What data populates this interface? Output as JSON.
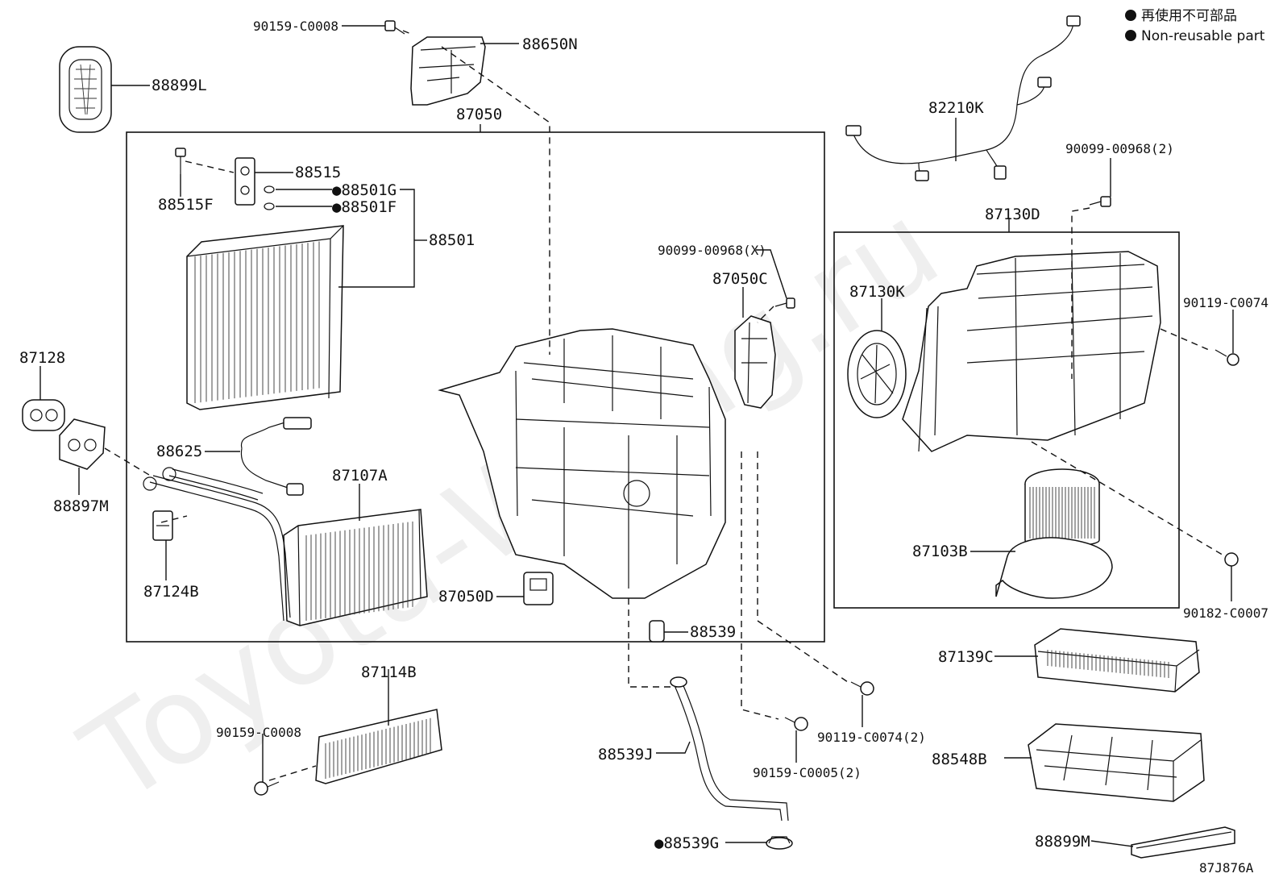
{
  "legend": {
    "japanese": "再使用不可部品",
    "english": "Non-reusable part"
  },
  "watermark": "Toyota-Wiring.ru",
  "diagram_code": "87J876A",
  "labels": {
    "p90159_C0008_top": "90159-C0008",
    "p88650N": "88650N",
    "p88899L": "88899L",
    "p87050": "87050",
    "p88515": "88515",
    "p88515F": "88515F",
    "p88501G": "●88501G",
    "p88501F": "●88501F",
    "p88501": "88501",
    "p87128": "87128",
    "p88897M": "88897M",
    "p88625": "88625",
    "p87107A": "87107A",
    "p87124B": "87124B",
    "p87050D": "87050D",
    "p88539": "88539",
    "p90099_00968_X": "90099-00968(X)",
    "p87050C": "87050C",
    "p82210K": "82210K",
    "p90099_00968_2": "90099-00968(2)",
    "p87130D": "87130D",
    "p87130K": "87130K",
    "p90119_C0074": "90119-C0074",
    "p87103B": "87103B",
    "p90182_C0007": "90182-C0007",
    "p87139C": "87139C",
    "p87114B": "87114B",
    "p90159_C0008_bottom": "90159-C0008",
    "p88539J": "88539J",
    "p88539G": "●88539G",
    "p90119_C0074_2": "90119-C0074(2)",
    "p90159_C0005_2": "90159-C0005(2)",
    "p88548B": "88548B",
    "p88899M": "88899M"
  },
  "colors": {
    "line": "#111111",
    "background": "#ffffff",
    "watermark": "#000000"
  }
}
